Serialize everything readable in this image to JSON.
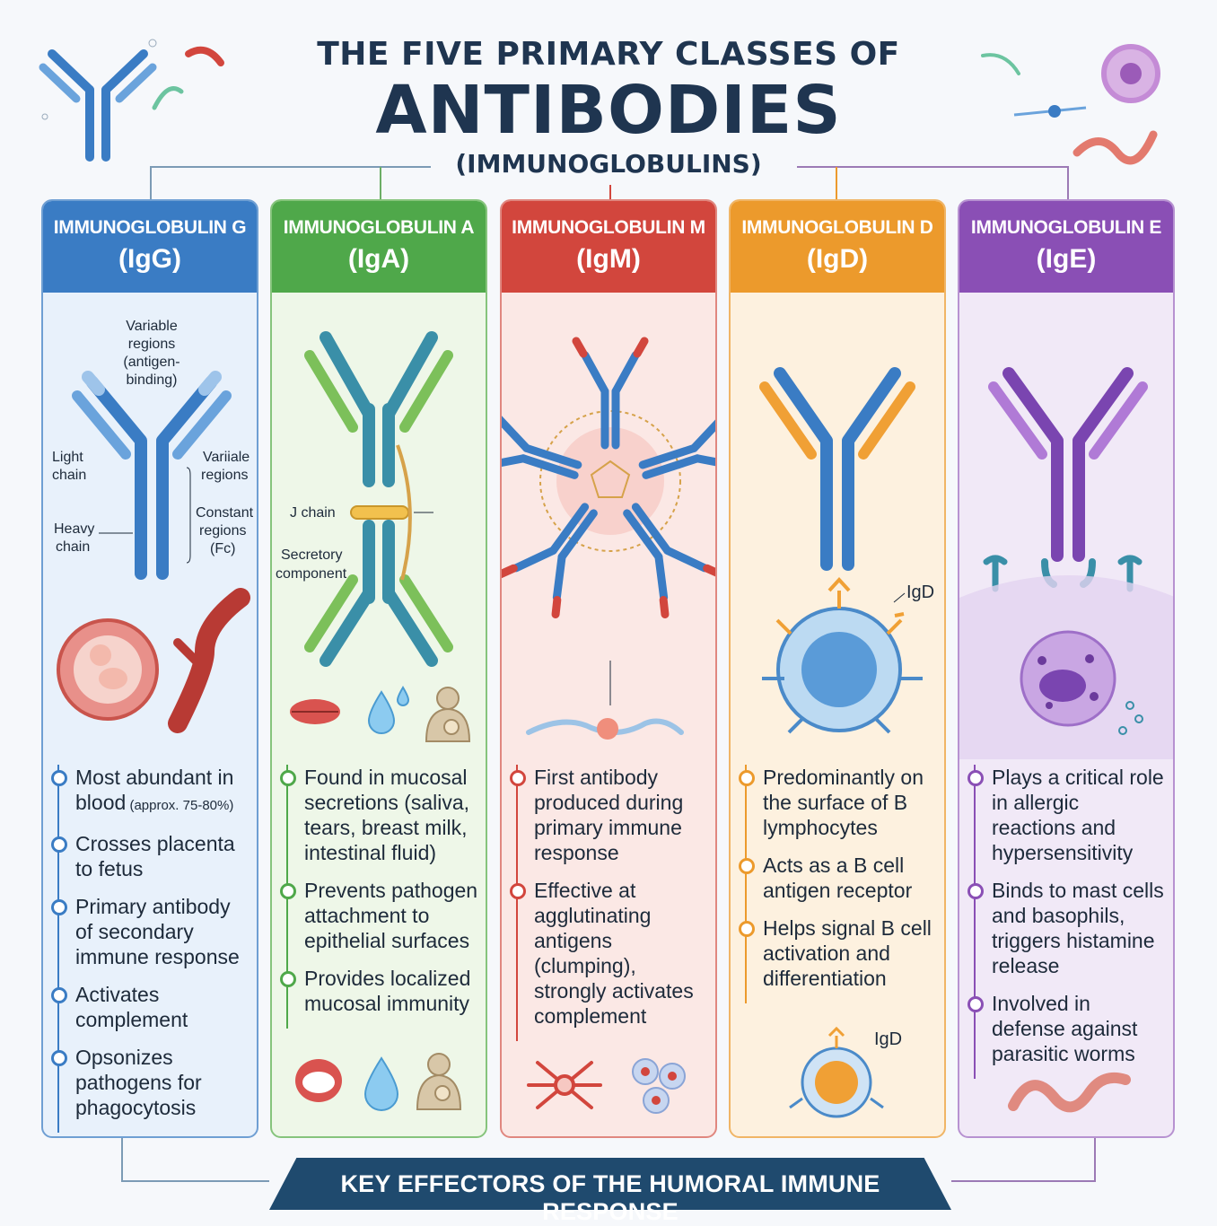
{
  "title": {
    "line1": "THE FIVE PRIMARY CLASSES OF",
    "line2": "ANTIBODIES",
    "line3": "(IMMUNOGLOBULINS)"
  },
  "footer": "KEY EFFECTORS OF THE HUMORAL IMMUNE RESPONSE",
  "colors": {
    "igg": "#3a7cc4",
    "iga": "#4fa84a",
    "igm": "#d2463d",
    "igd": "#ec9a2c",
    "ige": "#8a4fb5",
    "text": "#1f3550"
  },
  "classes": [
    {
      "name": "IMMUNOGLOBULIN G",
      "abbr": "(IgG)",
      "labels": {
        "variable": "Variable",
        "regions": "regions",
        "antigen": "(antigen-",
        "binding": "binding)",
        "light1": "Light",
        "light2": "chain",
        "heavy1": "Heavy",
        "heavy2": "chain",
        "variiale": "Variiale",
        "regions2": "regions",
        "constant": "Constant",
        "regions3": "regions",
        "fc": "(Fc)"
      },
      "facts": [
        {
          "main": "Most abundant in blood",
          "note": " (approx. 75-80%)"
        },
        {
          "main": "Crosses placenta to fetus",
          "note": ""
        },
        {
          "main": "Primary antibody of secondary immune response",
          "note": ""
        },
        {
          "main": "Activates complement",
          "note": ""
        },
        {
          "main": "Opsonizes pathogens for phagocytosis",
          "note": ""
        }
      ]
    },
    {
      "name": "IMMUNOGLOBULIN A",
      "abbr": "(IgA)",
      "labels": {
        "jchain": "J chain",
        "secretory": "Secretory",
        "component": "component"
      },
      "facts": [
        {
          "main": "Found in mucosal secretions (saliva, tears, breast milk, intestinal fluid)",
          "note": ""
        },
        {
          "main": "Prevents pathogen attachment to epithelial surfaces",
          "note": ""
        },
        {
          "main": "Provides localized mucosal immunity",
          "note": ""
        }
      ]
    },
    {
      "name": "IMMUNOGLOBULIN M",
      "abbr": "(IgM)",
      "labels": {},
      "facts": [
        {
          "main": "First antibody produced during primary immune response",
          "note": ""
        },
        {
          "main": "Effective at agglutinating antigens (clumping), strongly activates complement",
          "note": ""
        }
      ]
    },
    {
      "name": "IMMUNOGLOBULIN D",
      "abbr": "(IgD)",
      "labels": {
        "igd1": "IgD",
        "igd2": "IgD"
      },
      "facts": [
        {
          "main": "Predominantly on the surface of B lymphocytes",
          "note": ""
        },
        {
          "main": "Acts as a B cell antigen receptor",
          "note": ""
        },
        {
          "main": "Helps signal B cell activation and differentiation",
          "note": ""
        }
      ]
    },
    {
      "name": "IMMUNOGLOBULIN E",
      "abbr": "(IgE)",
      "labels": {},
      "facts": [
        {
          "main": "Plays a critical role in allergic reactions and hypersensitivity",
          "note": ""
        },
        {
          "main": "Binds to mast cells and basophils, triggers histamine release",
          "note": ""
        },
        {
          "main": "Involved in defense against parasitic worms",
          "note": ""
        }
      ]
    }
  ]
}
